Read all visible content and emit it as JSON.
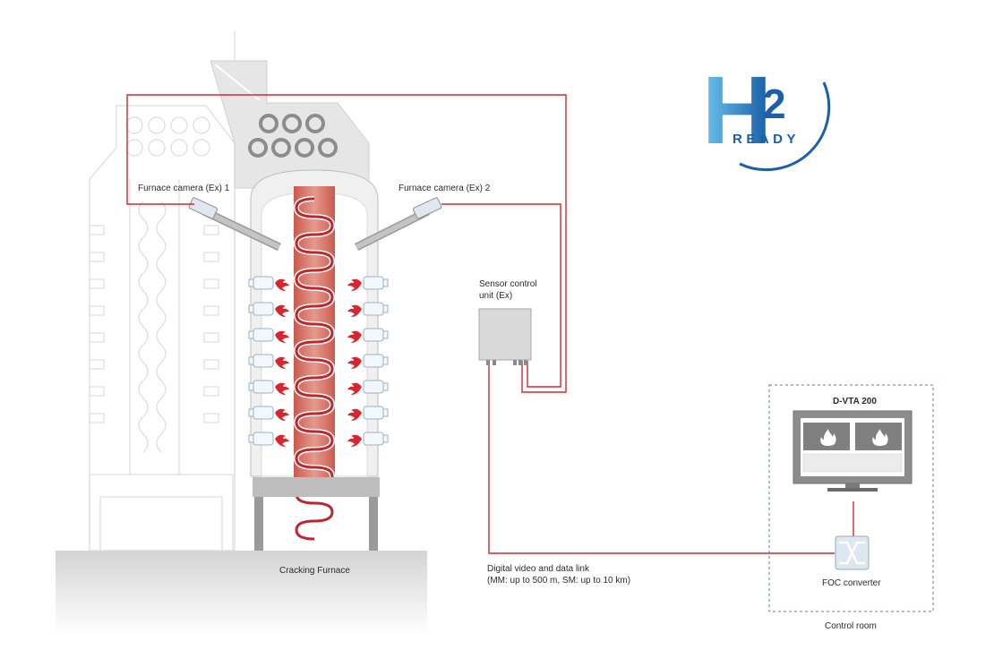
{
  "logo": {
    "main": "H",
    "sub": "2",
    "tagline": "READY"
  },
  "labels": {
    "camera1": "Furnace camera (Ex) 1",
    "camera2": "Furnace camera (Ex) 2",
    "sensor_unit_line1": "Sensor control",
    "sensor_unit_line2": "unit (Ex)",
    "furnace": "Cracking Furnace",
    "link_line1": "Digital video and data link",
    "link_line2": "(MM: up to 500 m, SM: up to 10 km)",
    "monitor": "D-VTA 200",
    "converter": "FOC converter",
    "control_room": "Control room"
  },
  "colors": {
    "signal_line": "#d7262e",
    "furnace_tube": "#d9786b",
    "flame": "#d7262e",
    "logo_light": "#5bb8e8",
    "logo_dark": "#1a5fa8",
    "dashed_border": "#4a7fc1",
    "gray": "#a9a9a9"
  },
  "icons": [
    "flame-icon",
    "fiber-converter-icon",
    "monitor-icon"
  ]
}
